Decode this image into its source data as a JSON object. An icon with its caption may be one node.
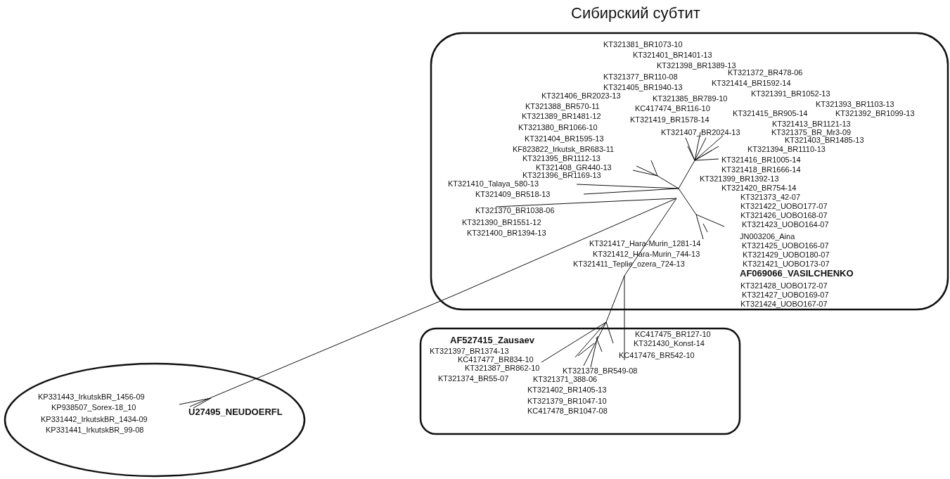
{
  "diagram": {
    "nodes": [
      {
        "text": [
          "Сибирский субтит",
          "KT321381_BR1073-10",
          "KT321401_BR1401-13",
          "KT321398_BR1389-13",
          "KT321372_BR478-06",
          "KT321377_BR110-08",
          "KT321414_BR1592-14",
          "KT321405_BR1940-13",
          "KT321391_BR1052-13",
          "KT321406_BR2023-13",
          "KT321385_BR789-10",
          "KT321393_BR1103-13",
          "KT321388_BR570-11",
          "KC417474_BR116-10",
          "KT321415_BR905-14",
          "KT321392_BR1099-13",
          "KT321389_BR1481-12",
          "KT321419_BR1578-14",
          "KT321413_BR1121-13",
          "KT321380_BR1066-10",
          "KT321407_BR2024-13",
          "KT321375_BR_Mr3-09",
          "KT321404_BR1595-13",
          "KT321403_BR1485-13",
          "KF823822_Irkutsk_BR683-11",
          "KT321394_BR1110-13",
          "KT321395_BR1112-13",
          "KT321416_BR1005-14",
          "KT321408_GR440-13",
          "KT321418_BR1666-14",
          "KT321396_BR1169-13",
          "KT321399_BR1392-13",
          "KT321410_Talaya_580-13",
          "KT321420_BR754-14",
          "KT321409_BR518-13",
          "KT321373_42-07",
          "KT321422_UOBO177-07",
          "KT321370_BR1038-06",
          "KT321426_UOBO168-07",
          "KT321390_BR1551-12",
          "KT321423_UOBO164-07",
          "KT321400_BR1394-13",
          "JN003206_Aina",
          "KT321417_Hara-Murin_1281-14",
          "KT321425_UOBO166-07",
          "KT321412_Hara-Murin_744-13",
          "KT321429_UOBO180-07",
          "KT321411_Teplie_ozera_724-13",
          "KT321421_UOBO173-07",
          "AF069066_VASILCHENKO",
          "KT321428_UOBO172-07",
          "KT321427_UOBO169-07",
          "KT321424_UOBO167-07"
        ]
      },
      {
        "text": [
          "KC417475_BR127-10",
          "AF527415_Zausaev",
          "KT321430_Konst-14",
          "KT321397_BR1374-13",
          "KC417476_BR542-10",
          "KC417477_BR834-10",
          "KT321387_BR862-10",
          "KT321378_BR549-08",
          "KT321374_BR55-07",
          "KT321371_388-06",
          "KT321402_BR1405-13",
          "KT321379_BR1047-10",
          "KC417478_BR1047-08"
        ]
      },
      {
        "text": [
          "KP331443_IrkutskBR_1456-09",
          "KP938507_Sorex-18_10",
          "U27495_NEUDOERFL",
          "KP331442_IrkutskBR_1434-09",
          "KP331441_IrkutskBR_99-08"
        ]
      }
    ]
  }
}
